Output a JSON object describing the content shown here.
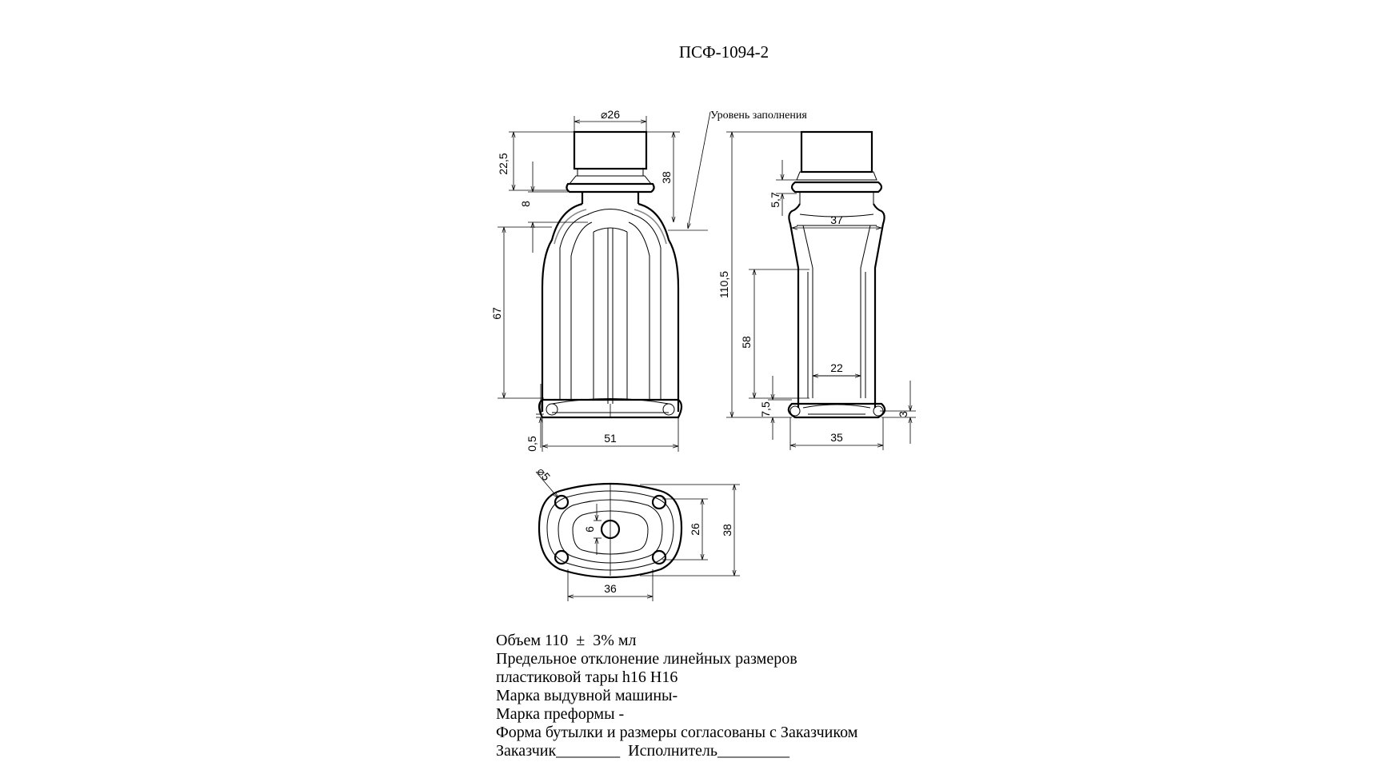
{
  "title": "ПСФ-1094-2",
  "fill_level_label": "Уровень заполнения",
  "front_view_dims": {
    "neck_diameter": "⌀26",
    "neck_height": "22,5",
    "neck_to_shoulder": "38",
    "shoulder_offset": "8",
    "body_height": "67",
    "base_offset": "0,5",
    "width": "51"
  },
  "side_view_dims": {
    "total_height": "110,5",
    "collar": "5,7",
    "shoulder_width": "37",
    "label_height": "58",
    "label_width": "22",
    "foot_height": "7,5",
    "base_gap": "3",
    "width": "35"
  },
  "bottom_view_dims": {
    "foot_diameter": "⌀5",
    "center_size": "6",
    "inner_height": "26",
    "outer_height": "38",
    "width": "36"
  },
  "notes": [
    "Объем 110  ±  3% мл",
    "Предельное отклонение линейных размеров",
    "пластиковой тары h16 H16",
    "Марка выдувной машины-",
    "Марка преформы -",
    "Форма бутылки и размеры согласованы с Заказчиком",
    "Заказчик________  Исполнитель_________"
  ]
}
